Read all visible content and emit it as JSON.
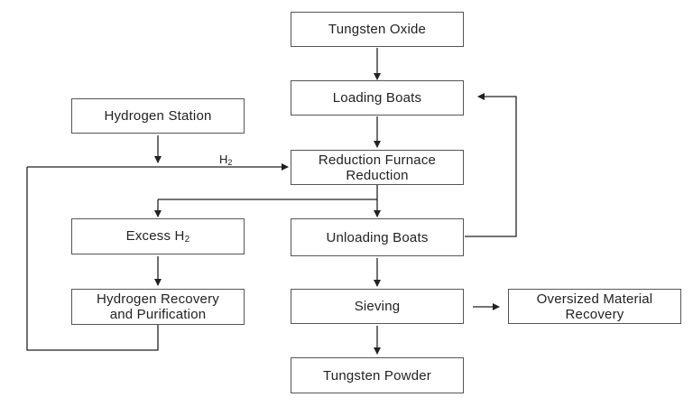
{
  "diagram": {
    "nodes": {
      "tungsten_oxide": "Tungsten Oxide",
      "loading_boats": "Loading Boats",
      "hydrogen_station": "Hydrogen Station",
      "reduction_line1": "Reduction Furnace",
      "reduction_line2": "Reduction",
      "excess_h2_text": "Excess H",
      "excess_h2_sub": "2",
      "unloading_boats": "Unloading Boats",
      "recovery_line1": "Hydrogen Recovery",
      "recovery_line2": "and Purification",
      "sieving": "Sieving",
      "oversized_line1": "Oversized Material",
      "oversized_line2": "Recovery",
      "tungsten_powder": "Tungsten Powder"
    },
    "edge_label_h2": {
      "text": "H",
      "sub": "2"
    },
    "colors": {
      "line": "#222222",
      "box_border": "#555555",
      "text": "#222222"
    }
  }
}
